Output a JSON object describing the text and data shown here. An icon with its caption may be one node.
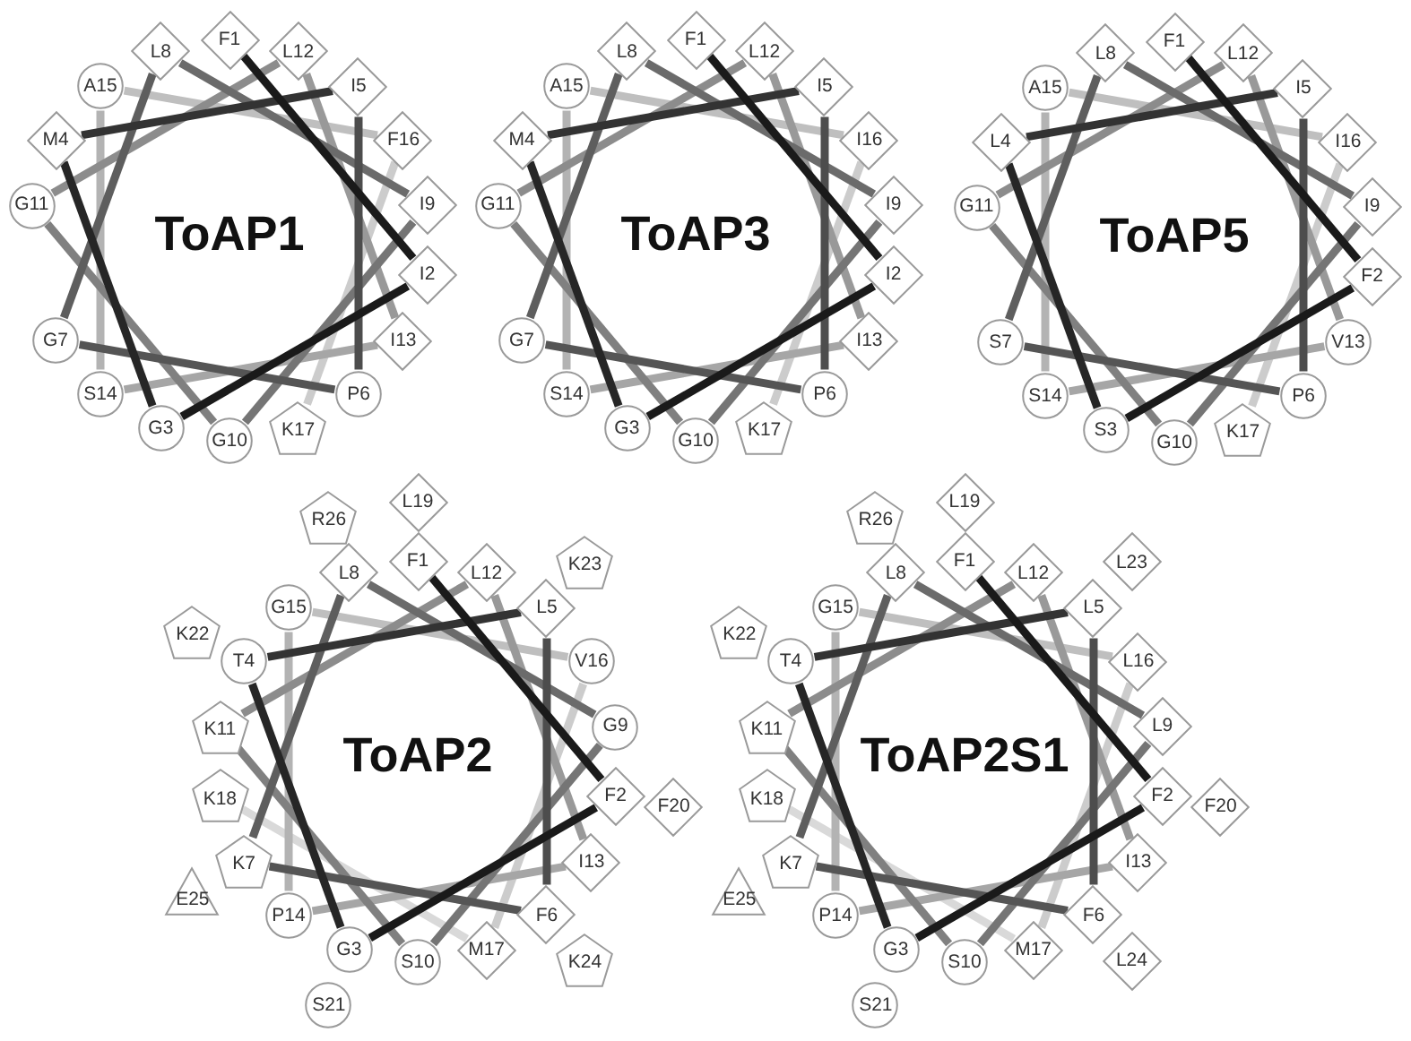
{
  "diagram": {
    "nodes": [
      {
        "text": [
          "F1"
        ]
      },
      {
        "text": [
          "I2"
        ]
      },
      {
        "text": [
          "G3"
        ]
      },
      {
        "text": [
          "M4"
        ]
      },
      {
        "text": [
          "I5"
        ]
      },
      {
        "text": [
          "P6"
        ]
      },
      {
        "text": [
          "G7"
        ]
      },
      {
        "text": [
          "L8"
        ]
      },
      {
        "text": [
          "I9"
        ]
      },
      {
        "text": [
          "G10"
        ]
      },
      {
        "text": [
          "G11"
        ]
      },
      {
        "text": [
          "L12"
        ]
      },
      {
        "text": [
          "I13"
        ]
      },
      {
        "text": [
          "S14"
        ]
      },
      {
        "text": [
          "A15"
        ]
      },
      {
        "text": [
          "F16"
        ]
      },
      {
        "text": [
          "K17"
        ]
      },
      {
        "text": [
          "F1"
        ]
      },
      {
        "text": [
          "I2"
        ]
      },
      {
        "text": [
          "G3"
        ]
      },
      {
        "text": [
          "M4"
        ]
      },
      {
        "text": [
          "I5"
        ]
      },
      {
        "text": [
          "P6"
        ]
      },
      {
        "text": [
          "G7"
        ]
      },
      {
        "text": [
          "L8"
        ]
      },
      {
        "text": [
          "I9"
        ]
      },
      {
        "text": [
          "G10"
        ]
      },
      {
        "text": [
          "G11"
        ]
      },
      {
        "text": [
          "L12"
        ]
      },
      {
        "text": [
          "I13"
        ]
      },
      {
        "text": [
          "S14"
        ]
      },
      {
        "text": [
          "A15"
        ]
      },
      {
        "text": [
          "I16"
        ]
      },
      {
        "text": [
          "K17"
        ]
      },
      {
        "text": [
          "F1"
        ]
      },
      {
        "text": [
          "F2"
        ]
      },
      {
        "text": [
          "S3"
        ]
      },
      {
        "text": [
          "L4"
        ]
      },
      {
        "text": [
          "I5"
        ]
      },
      {
        "text": [
          "P6"
        ]
      },
      {
        "text": [
          "S7"
        ]
      },
      {
        "text": [
          "L8"
        ]
      },
      {
        "text": [
          "I9"
        ]
      },
      {
        "text": [
          "G10"
        ]
      },
      {
        "text": [
          "G11"
        ]
      },
      {
        "text": [
          "L12"
        ]
      },
      {
        "text": [
          "V13"
        ]
      },
      {
        "text": [
          "S14"
        ]
      },
      {
        "text": [
          "A15"
        ]
      },
      {
        "text": [
          "I16"
        ]
      },
      {
        "text": [
          "K17"
        ]
      },
      {
        "text": [
          "F1"
        ]
      },
      {
        "text": [
          "F2"
        ]
      },
      {
        "text": [
          "G3"
        ]
      },
      {
        "text": [
          "T4"
        ]
      },
      {
        "text": [
          "L5"
        ]
      },
      {
        "text": [
          "F6"
        ]
      },
      {
        "text": [
          "K7"
        ]
      },
      {
        "text": [
          "L8"
        ]
      },
      {
        "text": [
          "G9"
        ]
      },
      {
        "text": [
          "S10"
        ]
      },
      {
        "text": [
          "K11"
        ]
      },
      {
        "text": [
          "L12"
        ]
      },
      {
        "text": [
          "I13"
        ]
      },
      {
        "text": [
          "P14"
        ]
      },
      {
        "text": [
          "G15"
        ]
      },
      {
        "text": [
          "V16"
        ]
      },
      {
        "text": [
          "M17"
        ]
      },
      {
        "text": [
          "K18"
        ]
      },
      {
        "text": [
          "L19"
        ]
      },
      {
        "text": [
          "F20"
        ]
      },
      {
        "text": [
          "S21"
        ]
      },
      {
        "text": [
          "K22"
        ]
      },
      {
        "text": [
          "K23"
        ]
      },
      {
        "text": [
          "K24"
        ]
      },
      {
        "text": [
          "E25"
        ]
      },
      {
        "text": [
          "R26"
        ]
      },
      {
        "text": [
          "F1"
        ]
      },
      {
        "text": [
          "F2"
        ]
      },
      {
        "text": [
          "G3"
        ]
      },
      {
        "text": [
          "T4"
        ]
      },
      {
        "text": [
          "L5"
        ]
      },
      {
        "text": [
          "F6"
        ]
      },
      {
        "text": [
          "K7"
        ]
      },
      {
        "text": [
          "L8"
        ]
      },
      {
        "text": [
          "L9"
        ]
      },
      {
        "text": [
          "S10"
        ]
      },
      {
        "text": [
          "K11"
        ]
      },
      {
        "text": [
          "L12"
        ]
      },
      {
        "text": [
          "I13"
        ]
      },
      {
        "text": [
          "P14"
        ]
      },
      {
        "text": [
          "G15"
        ]
      },
      {
        "text": [
          "L16"
        ]
      },
      {
        "text": [
          "M17"
        ]
      },
      {
        "text": [
          "K18"
        ]
      },
      {
        "text": [
          "L19"
        ]
      },
      {
        "text": [
          "F20"
        ]
      },
      {
        "text": [
          "S21"
        ]
      },
      {
        "text": [
          "K22"
        ]
      },
      {
        "text": [
          "L23"
        ]
      },
      {
        "text": [
          "L24"
        ]
      },
      {
        "text": [
          "E25"
        ]
      },
      {
        "text": [
          "R26"
        ]
      }
    ],
    "edges": [
      {
        "from": 0,
        "to": 1,
        "arrow": "none",
        "color": "#1a1a1a"
      },
      {
        "from": 1,
        "to": 2,
        "arrow": "none",
        "color": "#1a1a1a"
      },
      {
        "from": 2,
        "to": 3,
        "arrow": "none",
        "color": "#262626"
      },
      {
        "from": 3,
        "to": 4,
        "arrow": "none",
        "color": "#333333"
      },
      {
        "from": 4,
        "to": 5,
        "arrow": "none",
        "color": "#4d4d4d"
      },
      {
        "from": 5,
        "to": 6,
        "arrow": "none",
        "color": "#555555"
      },
      {
        "from": 6,
        "to": 7,
        "arrow": "none",
        "color": "#5e5e5e"
      },
      {
        "from": 7,
        "to": 8,
        "arrow": "none",
        "color": "#6b6b6b"
      },
      {
        "from": 8,
        "to": 9,
        "arrow": "none",
        "color": "#757575"
      },
      {
        "from": 9,
        "to": 10,
        "arrow": "none",
        "color": "#808080"
      },
      {
        "from": 10,
        "to": 11,
        "arrow": "none",
        "color": "#8c8c8c"
      },
      {
        "from": 11,
        "to": 12,
        "arrow": "none",
        "color": "#999999"
      },
      {
        "from": 12,
        "to": 13,
        "arrow": "none",
        "color": "#a6a6a6"
      },
      {
        "from": 13,
        "to": 14,
        "arrow": "none",
        "color": "#b3b3b3"
      },
      {
        "from": 14,
        "to": 15,
        "arrow": "none",
        "color": "#bfbfbf"
      },
      {
        "from": 15,
        "to": 16,
        "arrow": "none",
        "color": "#cccccc"
      },
      {
        "from": 17,
        "to": 18,
        "arrow": "none",
        "color": "#1a1a1a"
      },
      {
        "from": 18,
        "to": 19,
        "arrow": "none",
        "color": "#1a1a1a"
      },
      {
        "from": 19,
        "to": 20,
        "arrow": "none",
        "color": "#262626"
      },
      {
        "from": 20,
        "to": 21,
        "arrow": "none",
        "color": "#333333"
      },
      {
        "from": 21,
        "to": 22,
        "arrow": "none",
        "color": "#4d4d4d"
      },
      {
        "from": 22,
        "to": 23,
        "arrow": "none",
        "color": "#555555"
      },
      {
        "from": 23,
        "to": 24,
        "arrow": "none",
        "color": "#5e5e5e"
      },
      {
        "from": 24,
        "to": 25,
        "arrow": "none",
        "color": "#6b6b6b"
      },
      {
        "from": 25,
        "to": 26,
        "arrow": "none",
        "color": "#757575"
      },
      {
        "from": 26,
        "to": 27,
        "arrow": "none",
        "color": "#808080"
      },
      {
        "from": 27,
        "to": 28,
        "arrow": "none",
        "color": "#8c8c8c"
      },
      {
        "from": 28,
        "to": 29,
        "arrow": "none",
        "color": "#999999"
      },
      {
        "from": 29,
        "to": 30,
        "arrow": "none",
        "color": "#a6a6a6"
      },
      {
        "from": 30,
        "to": 31,
        "arrow": "none",
        "color": "#b3b3b3"
      },
      {
        "from": 31,
        "to": 32,
        "arrow": "none",
        "color": "#bfbfbf"
      },
      {
        "from": 32,
        "to": 33,
        "arrow": "none",
        "color": "#cccccc"
      },
      {
        "from": 34,
        "to": 35,
        "arrow": "none",
        "color": "#1a1a1a"
      },
      {
        "from": 35,
        "to": 36,
        "arrow": "none",
        "color": "#1a1a1a"
      },
      {
        "from": 36,
        "to": 37,
        "arrow": "none",
        "color": "#262626"
      },
      {
        "from": 37,
        "to": 38,
        "arrow": "none",
        "color": "#333333"
      },
      {
        "from": 38,
        "to": 39,
        "arrow": "none",
        "color": "#4d4d4d"
      },
      {
        "from": 39,
        "to": 40,
        "arrow": "none",
        "color": "#555555"
      },
      {
        "from": 40,
        "to": 41,
        "arrow": "none",
        "color": "#5e5e5e"
      },
      {
        "from": 41,
        "to": 42,
        "arrow": "none",
        "color": "#6b6b6b"
      },
      {
        "from": 42,
        "to": 43,
        "arrow": "none",
        "color": "#757575"
      },
      {
        "from": 43,
        "to": 44,
        "arrow": "none",
        "color": "#808080"
      },
      {
        "from": 44,
        "to": 45,
        "arrow": "none",
        "color": "#8c8c8c"
      },
      {
        "from": 45,
        "to": 46,
        "arrow": "none",
        "color": "#999999"
      },
      {
        "from": 46,
        "to": 47,
        "arrow": "none",
        "color": "#a6a6a6"
      },
      {
        "from": 47,
        "to": 48,
        "arrow": "none",
        "color": "#b3b3b3"
      },
      {
        "from": 48,
        "to": 49,
        "arrow": "none",
        "color": "#bfbfbf"
      },
      {
        "from": 49,
        "to": 50,
        "arrow": "none",
        "color": "#cccccc"
      },
      {
        "from": 51,
        "to": 52,
        "arrow": "none",
        "color": "#1a1a1a"
      },
      {
        "from": 52,
        "to": 53,
        "arrow": "none",
        "color": "#1a1a1a"
      },
      {
        "from": 53,
        "to": 54,
        "arrow": "none",
        "color": "#262626"
      },
      {
        "from": 54,
        "to": 55,
        "arrow": "none",
        "color": "#333333"
      },
      {
        "from": 55,
        "to": 56,
        "arrow": "none",
        "color": "#4d4d4d"
      },
      {
        "from": 56,
        "to": 57,
        "arrow": "none",
        "color": "#555555"
      },
      {
        "from": 57,
        "to": 58,
        "arrow": "none",
        "color": "#5e5e5e"
      },
      {
        "from": 58,
        "to": 59,
        "arrow": "none",
        "color": "#6b6b6b"
      },
      {
        "from": 59,
        "to": 60,
        "arrow": "none",
        "color": "#757575"
      },
      {
        "from": 60,
        "to": 61,
        "arrow": "none",
        "color": "#808080"
      },
      {
        "from": 61,
        "to": 62,
        "arrow": "none",
        "color": "#8c8c8c"
      },
      {
        "from": 62,
        "to": 63,
        "arrow": "none",
        "color": "#999999"
      },
      {
        "from": 63,
        "to": 64,
        "arrow": "none",
        "color": "#a6a6a6"
      },
      {
        "from": 64,
        "to": 65,
        "arrow": "none",
        "color": "#b3b3b3"
      },
      {
        "from": 65,
        "to": 66,
        "arrow": "none",
        "color": "#bfbfbf"
      },
      {
        "from": 66,
        "to": 67,
        "arrow": "none",
        "color": "#cccccc"
      },
      {
        "from": 67,
        "to": 68,
        "arrow": "none",
        "color": "#d9d9d9"
      },
      {
        "from": 77,
        "to": 78,
        "arrow": "none",
        "color": "#1a1a1a"
      },
      {
        "from": 78,
        "to": 79,
        "arrow": "none",
        "color": "#1a1a1a"
      },
      {
        "from": 79,
        "to": 80,
        "arrow": "none",
        "color": "#262626"
      },
      {
        "from": 80,
        "to": 81,
        "arrow": "none",
        "color": "#333333"
      },
      {
        "from": 81,
        "to": 82,
        "arrow": "none",
        "color": "#4d4d4d"
      },
      {
        "from": 82,
        "to": 83,
        "arrow": "none",
        "color": "#555555"
      },
      {
        "from": 83,
        "to": 84,
        "arrow": "none",
        "color": "#5e5e5e"
      },
      {
        "from": 84,
        "to": 85,
        "arrow": "none",
        "color": "#6b6b6b"
      },
      {
        "from": 85,
        "to": 86,
        "arrow": "none",
        "color": "#757575"
      },
      {
        "from": 86,
        "to": 87,
        "arrow": "none",
        "color": "#808080"
      },
      {
        "from": 87,
        "to": 88,
        "arrow": "none",
        "color": "#8c8c8c"
      },
      {
        "from": 88,
        "to": 89,
        "arrow": "none",
        "color": "#999999"
      },
      {
        "from": 89,
        "to": 90,
        "arrow": "none",
        "color": "#a6a6a6"
      },
      {
        "from": 90,
        "to": 91,
        "arrow": "none",
        "color": "#b3b3b3"
      },
      {
        "from": 91,
        "to": 92,
        "arrow": "none",
        "color": "#bfbfbf"
      },
      {
        "from": 92,
        "to": 93,
        "arrow": "none",
        "color": "#cccccc"
      },
      {
        "from": 93,
        "to": 94,
        "arrow": "none",
        "color": "#d9d9d9"
      }
    ],
    "labels": [
      "ToAP1",
      "ToAP3",
      "ToAP5",
      "ToAP2",
      "ToAP2S1"
    ]
  }
}
